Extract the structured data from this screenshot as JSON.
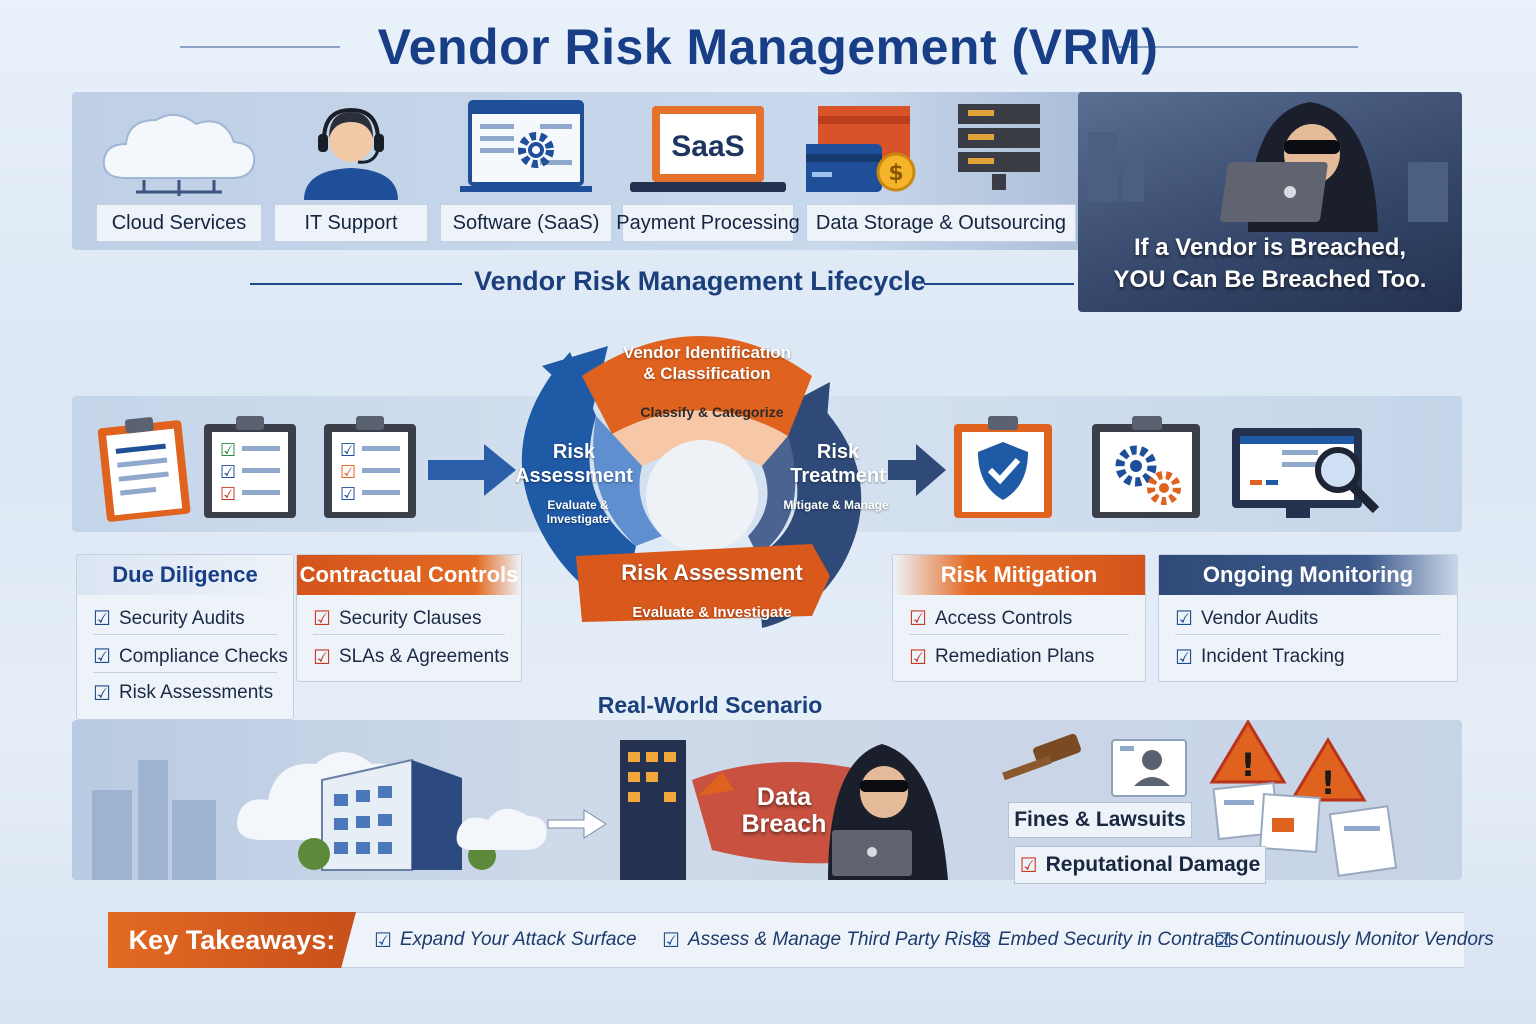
{
  "title": "Vendor Risk Management (VRM)",
  "vendors": [
    {
      "label": "Cloud Services",
      "icon": "cloud-icon"
    },
    {
      "label": "IT Support",
      "icon": "support-agent-icon"
    },
    {
      "label": "Software (SaaS)",
      "icon": "software-window-gear-icon"
    },
    {
      "label": "Payment Processing",
      "icon": "payment-laptop-icon",
      "screen_text": "SaaS"
    },
    {
      "label": "Data Storage & Outsourcing",
      "icon": "server-rack-icon"
    }
  ],
  "breach_message": {
    "line1": "If a Vendor is Breached,",
    "line2": "YOU Can Be Breached Too."
  },
  "lifecycle_title": "Vendor Risk Management Lifecycle",
  "cycle": {
    "top": {
      "title_line1": "Vendor Identification",
      "title_line2": "& Classification",
      "subtitle": "Classify & Categorize"
    },
    "left": {
      "title_line1": "Risk",
      "title_line2": "Assessment",
      "subtitle": "Evaluate & Investigate"
    },
    "right": {
      "title_line1": "Risk",
      "title_line2": "Treatment",
      "subtitle": "Mitigate & Manage"
    },
    "bottom": {
      "title": "Risk Assessment",
      "subtitle": "Evaluate & Investigate"
    }
  },
  "stages": [
    {
      "title": "Due Diligence",
      "items": [
        "Security Audits",
        "Compliance Checks",
        "Risk Assessments"
      ]
    },
    {
      "title": "Contractual Controls",
      "items": [
        "Security Clauses",
        "SLAs & Agreements"
      ]
    },
    {
      "title": "Risk Mitigation",
      "items": [
        "Access Controls",
        "Remediation Plans"
      ]
    },
    {
      "title": "Ongoing Monitoring",
      "items": [
        "Vendor Audits",
        "Incident Tracking"
      ]
    }
  ],
  "scenario": {
    "title": "Real-World Scenario",
    "breach_line1": "Data",
    "breach_line2": "Breach",
    "fines": "Fines & Lawsuits",
    "reputation": "Reputational Damage"
  },
  "takeaways": {
    "label": "Key Takeaways:",
    "items": [
      "Expand Your Attack Surface",
      "Assess & Manage Third Party Risks",
      "Embed Security in Contracts",
      "Continuously Monitor Vendors"
    ]
  },
  "colors": {
    "navy": "#173e86",
    "orange": "#e0621f",
    "blue": "#1f5aa6",
    "dark_blue": "#2f4a78"
  }
}
